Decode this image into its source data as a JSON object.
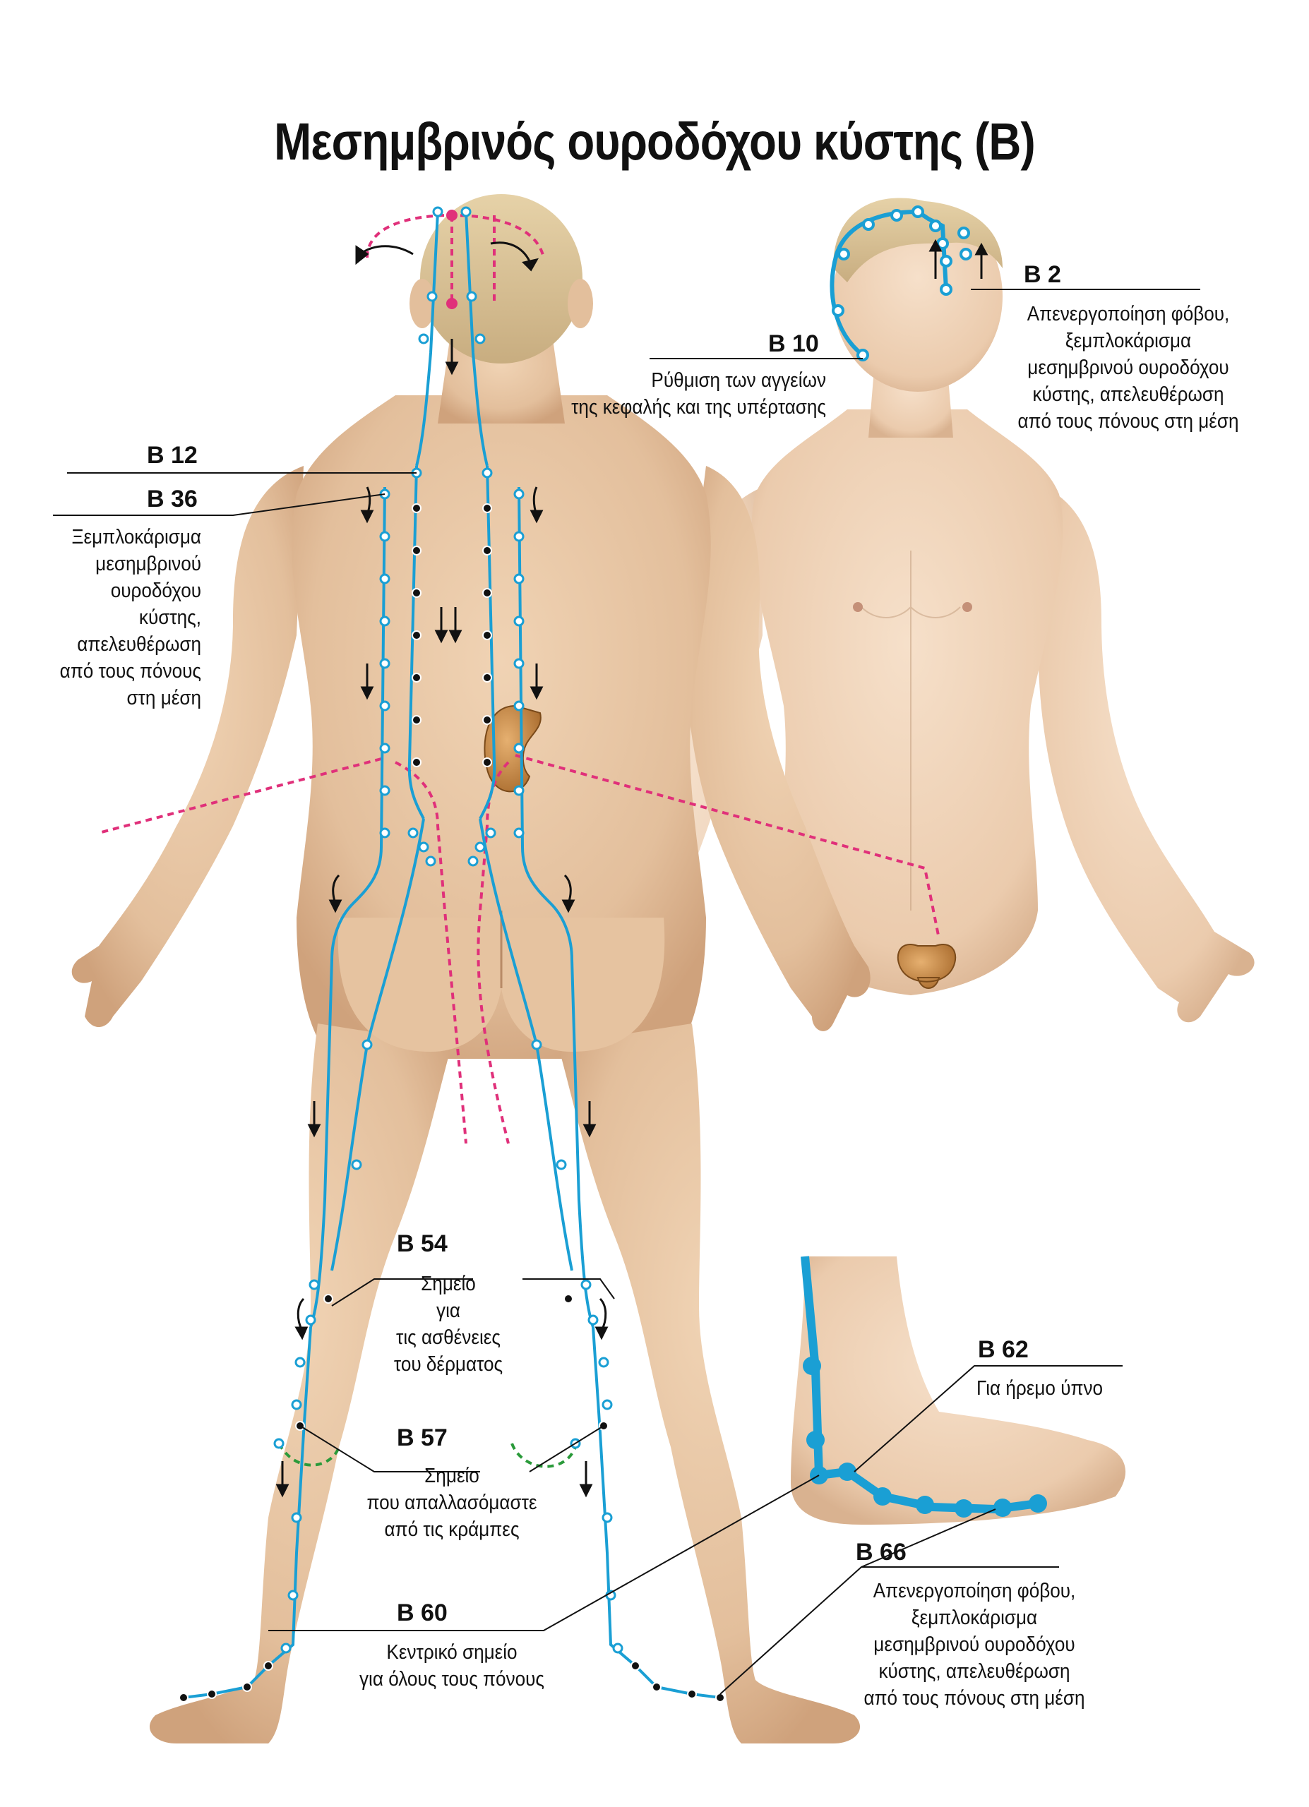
{
  "title": "Μεσημβρινός ουροδόχου κύστης (B)",
  "colors": {
    "meridian": "#1a9fd4",
    "internal": "#e0307a",
    "skin": "#e8c8a8",
    "organ": "#c98a40",
    "accent_green": "#2a9a3a"
  },
  "points": {
    "b2": {
      "label": "B 2",
      "lines": [
        "Απενεργοποίηση φόβου,",
        "ξεμπλοκάρισμα",
        "μεσημβρινού ουροδόχου",
        "κύστης, απελευθέρωση",
        "από τους πόνους στη μέση"
      ]
    },
    "b10": {
      "label": "B 10",
      "lines": [
        "Ρύθμιση των αγγείων",
        "της κεφαλής και της υπέρτασης"
      ]
    },
    "b12": {
      "label": "B 12"
    },
    "b36": {
      "label": "B 36",
      "lines": [
        "Ξεμπλοκάρισμα",
        "μεσημβρινού",
        "ουροδόχου",
        "κύστης,",
        "απελευθέρωση",
        "από τους πόνους",
        "στη μέση"
      ]
    },
    "b54": {
      "label": "B 54",
      "lines": [
        "Σημείο",
        "για",
        "τις ασθένειες",
        "του δέρματος"
      ]
    },
    "b57": {
      "label": "B 57",
      "lines": [
        "Σημείο",
        "που απαλλασόμαστε",
        "από τις κράμπες"
      ]
    },
    "b60": {
      "label": "B 60",
      "lines": [
        "Κεντρικό σημείο",
        "για όλους τους πόνους"
      ]
    },
    "b62": {
      "label": "B 62",
      "lines": [
        "Για ήρεμο ύπνο"
      ]
    },
    "b66": {
      "label": "B 66",
      "lines": [
        "Απενεργοποίηση φόβου,",
        "ξεμπλοκάρισμα",
        "μεσημβρινού ουροδόχου",
        "κύστης, απελευθέρωση",
        "από τους πόνους στη μέση"
      ]
    }
  }
}
